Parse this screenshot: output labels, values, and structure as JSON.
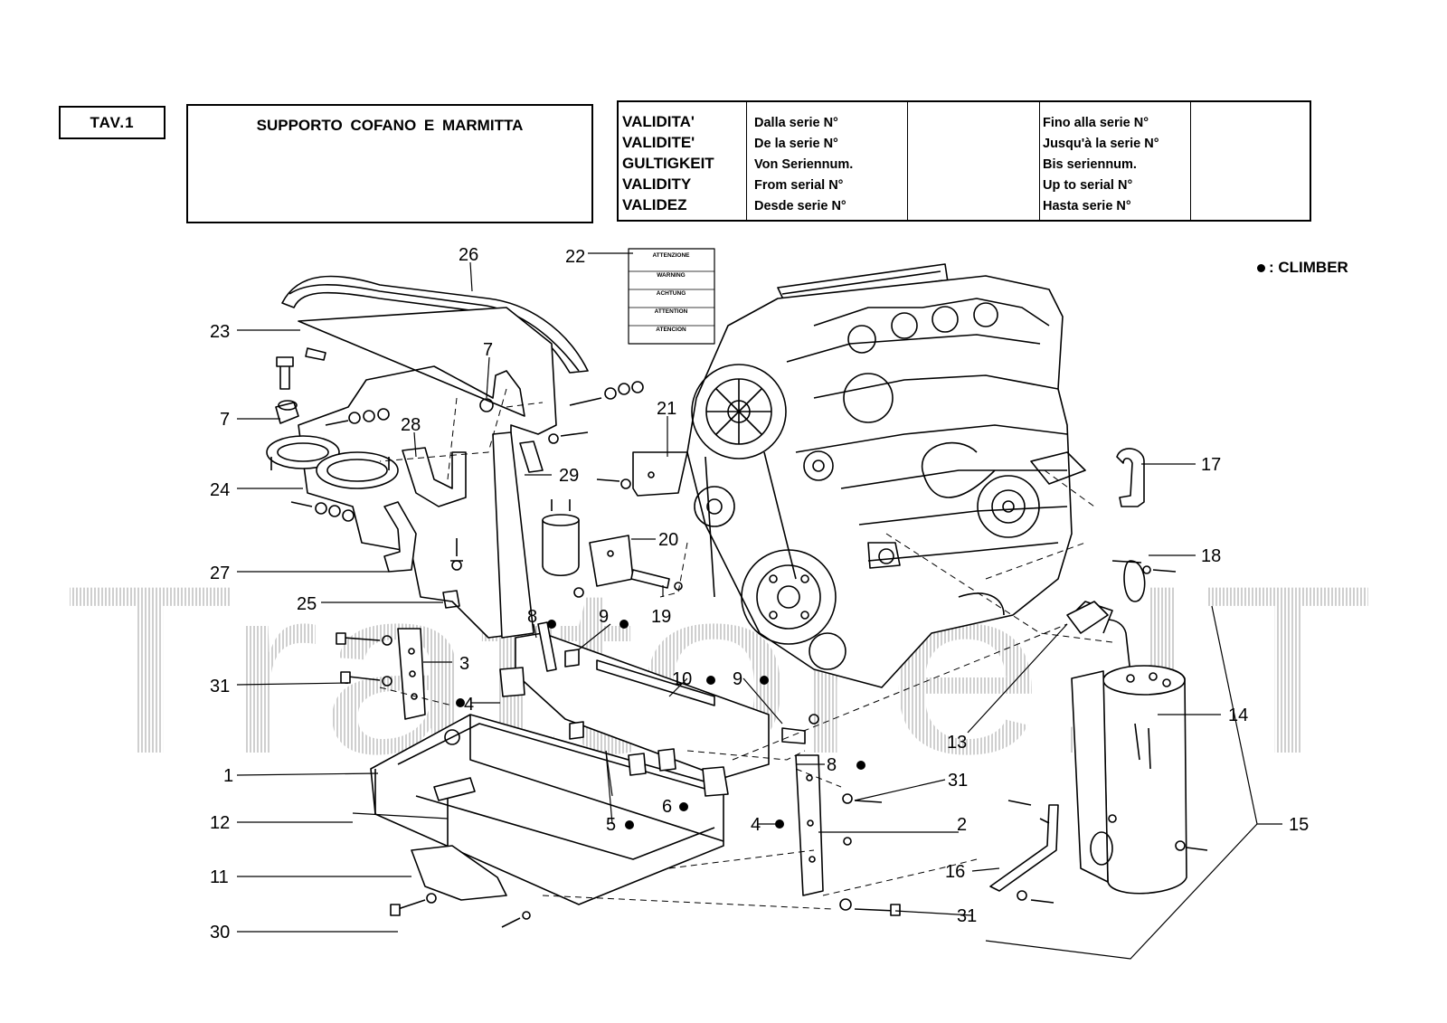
{
  "header": {
    "table_code": "TAV.1",
    "title": "SUPPORTO  COFANO  E  MARMITTA",
    "validity_labels": [
      "VALIDITA'",
      "VALIDITE'",
      "GULTIGKEIT",
      "VALIDITY",
      "VALIDEZ"
    ],
    "from_serial_labels": [
      "Dalla serie N°",
      "De la serie N°",
      "Von  Seriennum.",
      "From serial N°",
      "Desde serie N°"
    ],
    "to_serial_labels": [
      "Fino alla serie N°",
      "Jusqu'à la serie N°",
      "Bis seriennum.",
      "Up to serial N°",
      "Hasta serie N°"
    ]
  },
  "legend": {
    "symbol": "●",
    "text": ": CLIMBER"
  },
  "watermark": "Trattore.IT",
  "callouts": [
    {
      "text": "26"
    },
    {
      "text": "22"
    },
    {
      "text": "23"
    },
    {
      "text": "7"
    },
    {
      "text": "7"
    },
    {
      "text": "21"
    },
    {
      "text": "28"
    },
    {
      "text": "29"
    },
    {
      "text": "24"
    },
    {
      "text": "17"
    },
    {
      "text": "20"
    },
    {
      "text": "18"
    },
    {
      "text": "27"
    },
    {
      "text": "25"
    },
    {
      "text": "8"
    },
    {
      "text": "9"
    },
    {
      "text": "19"
    },
    {
      "text": "3"
    },
    {
      "text": "31"
    },
    {
      "text": "4"
    },
    {
      "text": "10"
    },
    {
      "text": "9"
    },
    {
      "text": "14"
    },
    {
      "text": "13"
    },
    {
      "text": "1"
    },
    {
      "text": "8"
    },
    {
      "text": "31"
    },
    {
      "text": "6"
    },
    {
      "text": "12"
    },
    {
      "text": "4"
    },
    {
      "text": "5"
    },
    {
      "text": "2"
    },
    {
      "text": "15"
    },
    {
      "text": "11"
    },
    {
      "text": "16"
    },
    {
      "text": "30"
    },
    {
      "text": "31"
    }
  ],
  "warning_label": {
    "lines": [
      "ATTENZIONE",
      "WARNING",
      "ACHTUNG",
      "ATTENTION",
      "ATENCION"
    ]
  }
}
